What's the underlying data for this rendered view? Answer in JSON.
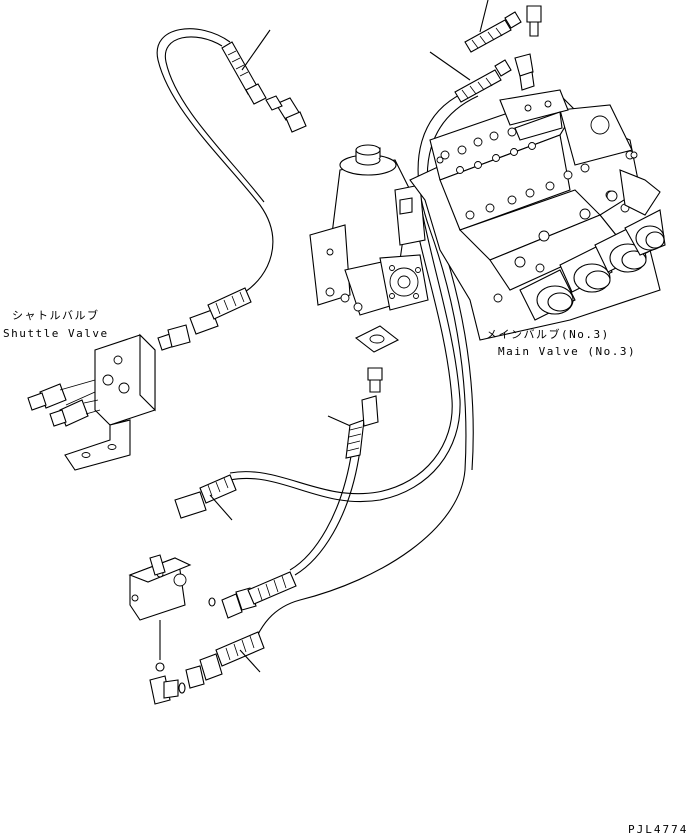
{
  "labels": {
    "shuttle_jp": "シャトルバルブ",
    "shuttle_en": "Shuttle Valve",
    "main_jp": "メインバルブ(No.3)",
    "main_en": "Main Valve (No.3)",
    "drawing_no": "PJL4774"
  }
}
